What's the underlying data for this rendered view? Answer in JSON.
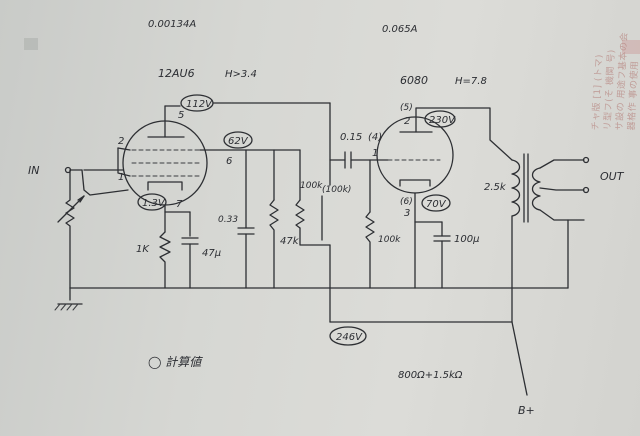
{
  "currents": {
    "left": "0.00134A",
    "right": "0.065A"
  },
  "tubes": {
    "left": {
      "type": "12AU6",
      "heater": "H>3.4"
    },
    "right": {
      "type": "6080",
      "heater": "H=7.8"
    }
  },
  "voltages": {
    "v1": "112V",
    "v2": "62V",
    "v3": "1.3V",
    "v4": "230V",
    "v5": "70V",
    "v6": "246V"
  },
  "pins": {
    "p5": "5",
    "p2": "2",
    "p1": "1",
    "p6": "6",
    "p7": "7",
    "r5": "(5)",
    "r2": "2",
    "r4": "(4)",
    "r1": "1",
    "r6": "(6)",
    "r3": "3"
  },
  "components": {
    "r_cathode": "1K",
    "c_cathode": "47μ",
    "c_screen": "0.33",
    "r_screen": "47k",
    "r_plate": "100k",
    "r_plate2": "(100k)",
    "c_couple": "0.15",
    "r_grid": "100k",
    "c_cathode2": "100μ",
    "xfmr": "2.5k"
  },
  "io": {
    "input": "IN",
    "output": "OUT",
    "supply": "B+"
  },
  "notes": {
    "measured": "◯ 計算値",
    "impedance": "800Ω+1.5kΩ"
  },
  "bleed_text": [
    "チャ版 [1] (トマ)",
    "リ型フ(そ 機関 号)",
    "サ設の 用途フ基本の会",
    "器格作 事の使用"
  ]
}
